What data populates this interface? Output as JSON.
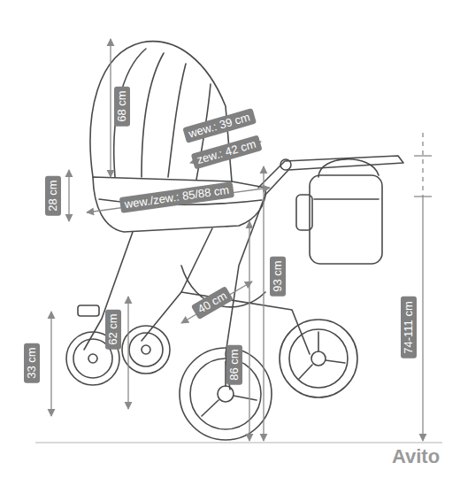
{
  "diagram": {
    "labels": [
      "68 cm",
      "wew.: 39 cm",
      "zew.: 42 cm",
      "28 cm",
      "wew./zew.: 85/88 cm",
      "40 cm",
      "93 cm",
      "62 cm",
      "33 cm",
      "86 cm",
      "74-111 cm",
      "Avito"
    ]
  }
}
